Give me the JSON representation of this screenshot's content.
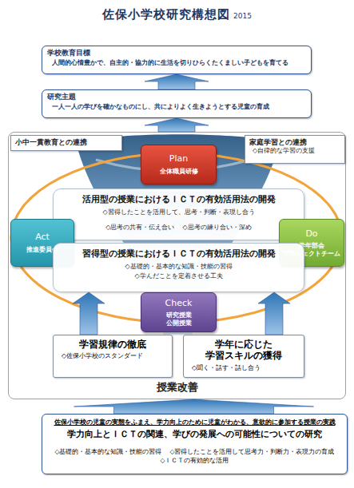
{
  "diagram": {
    "title": "佐保小学校研究構想図",
    "nodes": [
      {
        "text": [
          "学校教育目標",
          "人間的心情豊かで、自主的・協力的に生活を切りひらくたくましい子どもを育てる"
        ]
      },
      {
        "text": [
          "研究主題",
          "一人一人の学びを確かなものにし、共によりよく生きようとする児童の育成"
        ]
      },
      {
        "text": [
          "授業改善"
        ]
      },
      {
        "text": [
          "小中一貫教育との連携"
        ],
        "in": 2
      },
      {
        "text": [
          "家庭学習との連携",
          "◇自律的な学習の支援"
        ],
        "in": 2
      },
      {
        "text": [
          "Plan",
          "全体職員研修"
        ],
        "in": 2
      },
      {
        "text": [
          "活用型の授業におけるＩＣＴの有効活用法の開発",
          "◇習得したことを活用して、思考・判断・表現し合う",
          "◇思考の共有・伝え合い",
          "◇思考の練り合い・深め"
        ],
        "in": 2
      },
      {
        "text": [
          "Act",
          "推進委員会"
        ],
        "in": 2
      },
      {
        "text": [
          "Do",
          "学年部会 プロジェクトチーム"
        ],
        "in": 2
      },
      {
        "text": [
          "習得型の授業におけるＩＣＴの有効活用法の開発",
          "◇基礎的・基本的な知識・技能の習得",
          "◇学んだことを定着させる工夫"
        ],
        "in": 2
      },
      {
        "text": [
          "Check",
          "研究授業 公開授業"
        ],
        "in": 2
      },
      {
        "text": [
          "学習規律の徹底",
          "◇佐保小学校のスタンダード"
        ],
        "in": 2
      },
      {
        "text": [
          "学年に応じた 学習スキルの獲得",
          "◇聞く・話す・話し合う"
        ],
        "in": 2
      },
      {
        "text": [
          "佐保小学校の児童の実態をふまえ、学力向上のために児童がわかる、意欲的に参加する授業の実践",
          "学力向上とＩＣＴの関連、学びの発展への可能性についての研究",
          "◇基礎的・基本的な知識・技能の習得",
          "◇習得したことを活用して思考力・判断力・表現力の育成",
          "◇ＩＣＴの有効的な活用"
        ]
      }
    ],
    "edges": [
      {
        "from": 1,
        "to": 0,
        "arrow": "to"
      },
      {
        "from": 2,
        "to": 1,
        "arrow": "to"
      },
      {
        "from": 11,
        "to": 9,
        "arrow": "to"
      },
      {
        "from": 12,
        "to": 9,
        "arrow": "to"
      },
      {
        "from": 13,
        "to": 2,
        "arrow": "to"
      }
    ],
    "labels": [
      "2015"
    ]
  }
}
